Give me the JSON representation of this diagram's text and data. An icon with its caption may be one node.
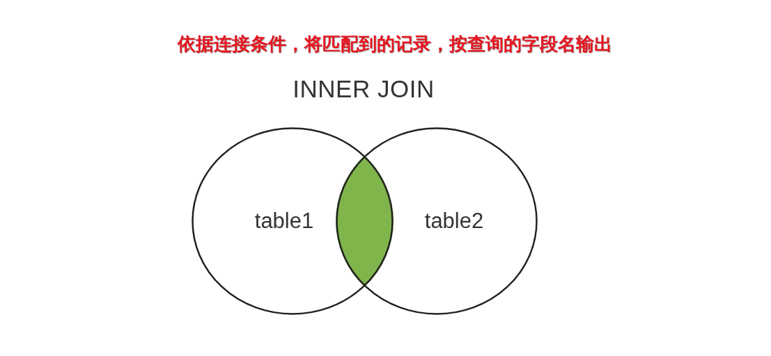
{
  "diagram": {
    "title": "INNER JOIN",
    "nodes": [
      {
        "text": [
          "table1"
        ]
      },
      {
        "text": [
          "table2"
        ]
      }
    ],
    "labels": [
      "依据连接条件，将匹配到的记录，按查询的字段名输出"
    ]
  }
}
